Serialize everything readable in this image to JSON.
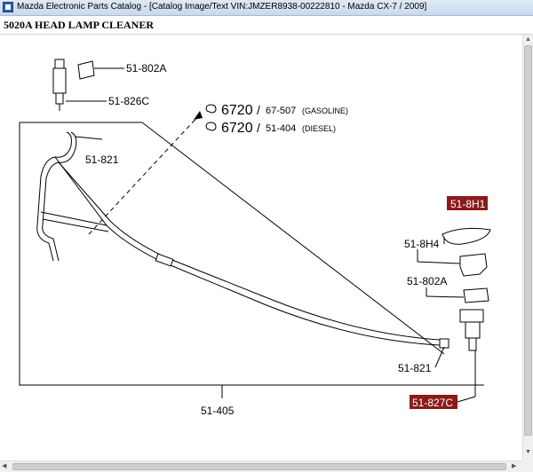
{
  "window": {
    "title": "Mazda Electronic Parts Catalog - [Catalog Image/Text VIN:JMZER8938-00222810 - Mazda CX-7 / 2009]"
  },
  "header": {
    "section_title": "5020A  HEAD LAMP CLEANER"
  },
  "diagram": {
    "labels": {
      "p51_802A_top": "51-802A",
      "p51_826C": "51-826C",
      "p51_821_top": "51-821",
      "p51_8H1": "51-8H1",
      "p51_8H4": "51-8H4",
      "p51_802A_right": "51-802A",
      "p51_821_bottom": "51-821",
      "p51_827C": "51-827C",
      "p51_405": "51-405"
    },
    "references": {
      "gasoline": {
        "group": "6720",
        "part": "67-507",
        "spec": "(GASOLINE)"
      },
      "diesel": {
        "group": "6720",
        "part": "51-404",
        "spec": "(DIESEL)"
      }
    },
    "highlight_color": "#8b1a1a"
  }
}
